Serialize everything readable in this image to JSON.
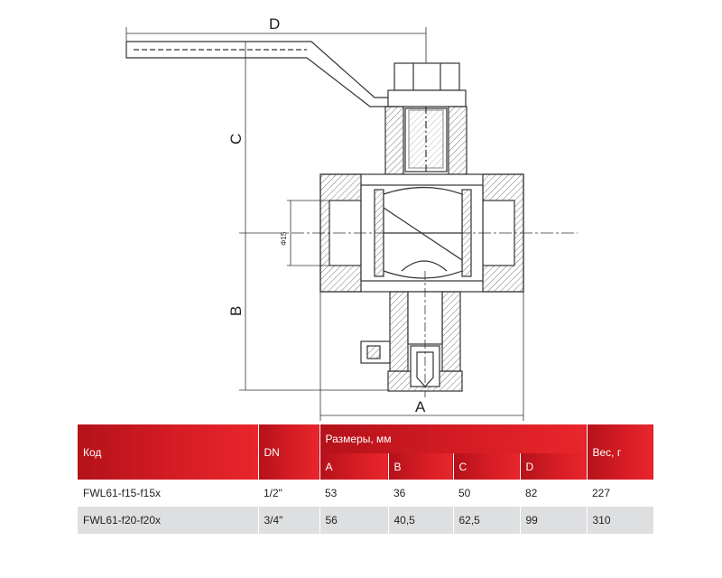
{
  "drawing": {
    "dim_labels": {
      "a": "A",
      "b": "B",
      "c": "C",
      "d": "D"
    },
    "bore_label": "Φ15"
  },
  "table": {
    "headers": {
      "code": "Код",
      "dn": "DN",
      "dims": "Размеры, мм",
      "weight": "Вес, г",
      "sub": [
        "A",
        "B",
        "C",
        "D"
      ]
    },
    "rows": [
      {
        "code": "FWL61-f15-f15x",
        "dn": "1/2\"",
        "a": "53",
        "b": "36",
        "c": "50",
        "d": "82",
        "weight": "227"
      },
      {
        "code": "FWL61-f20-f20x",
        "dn": "3/4\"",
        "a": "56",
        "b": "40,5",
        "c": "62,5",
        "d": "99",
        "weight": "310"
      }
    ]
  },
  "colors": {
    "header_red": "#d61c24",
    "row_alt": "#dedfe0",
    "line": "#333333"
  }
}
